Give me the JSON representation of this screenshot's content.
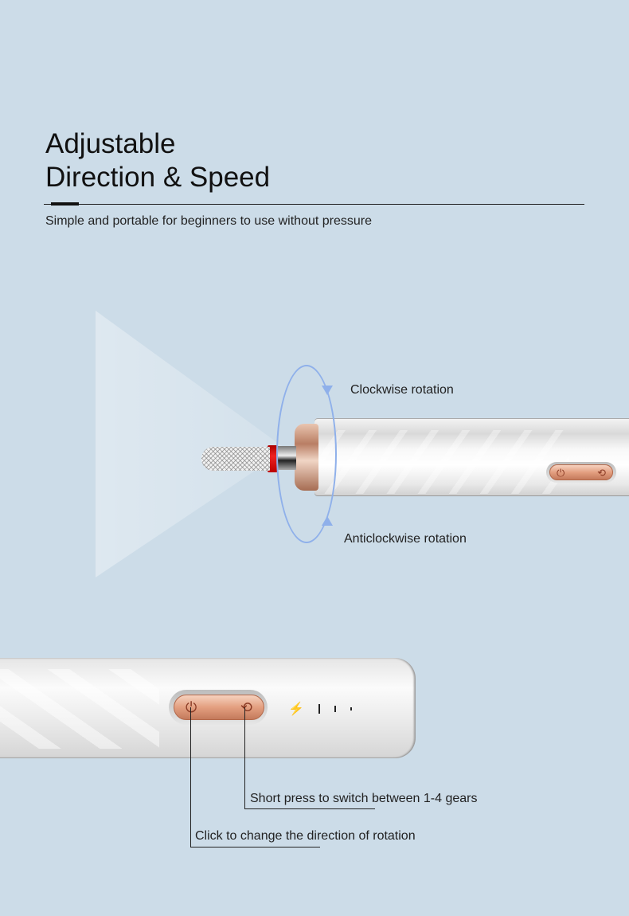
{
  "header": {
    "title_line1": "Adjustable",
    "title_line2": "Direction & Speed",
    "subtitle": "Simple and portable for beginners to use without pressure"
  },
  "rotation": {
    "clockwise_label": "Clockwise rotation",
    "anticlockwise_label": "Anticlockwise rotation",
    "ring_color": "#8fb0ea"
  },
  "controls": {
    "power_icon": "power-icon",
    "direction_icon": "rotate-icon",
    "charging_icon": "lightning-icon",
    "gear_levels": 3
  },
  "callouts": {
    "gears": "Short press to switch between 1-4 gears",
    "direction": "Click to change the direction of rotation"
  },
  "colors": {
    "background": "#ccdce8",
    "button": "#e39f80",
    "bit_ring": "#dd2222"
  }
}
